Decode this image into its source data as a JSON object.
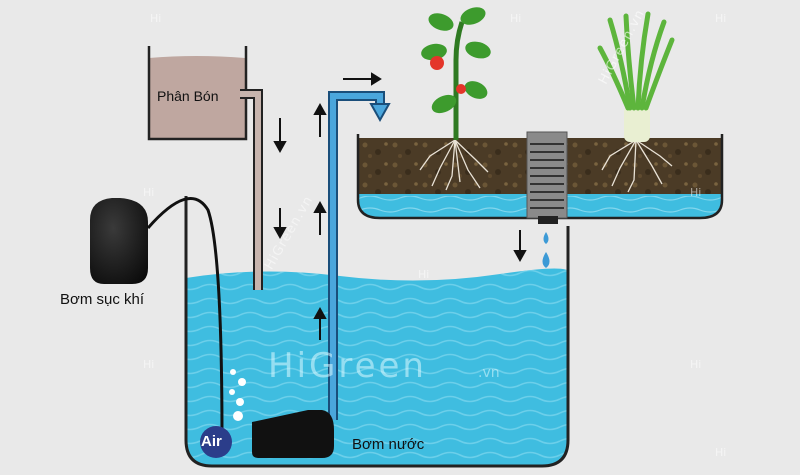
{
  "labels": {
    "fertilizer": "Phân Bón",
    "aerator": "Bơm sục khí",
    "water_pump": "Bơm nước",
    "air_stone": "Air"
  },
  "watermark": {
    "brand": "HiGreen",
    "suffix": ".vn",
    "small": "Hi",
    "diagonal": "HiGreen.vn"
  },
  "colors": {
    "background": "#e9e9e9",
    "water": "#46c1e3",
    "pipe": "#4a9fd6",
    "soil": "#4a3a24",
    "tank_outline": "#222222"
  },
  "icons": [
    "arrow-right-icon",
    "arrow-up-icon",
    "arrow-down-icon",
    "water-drop-icon",
    "tomato-plant-icon",
    "onion-plant-icon"
  ]
}
